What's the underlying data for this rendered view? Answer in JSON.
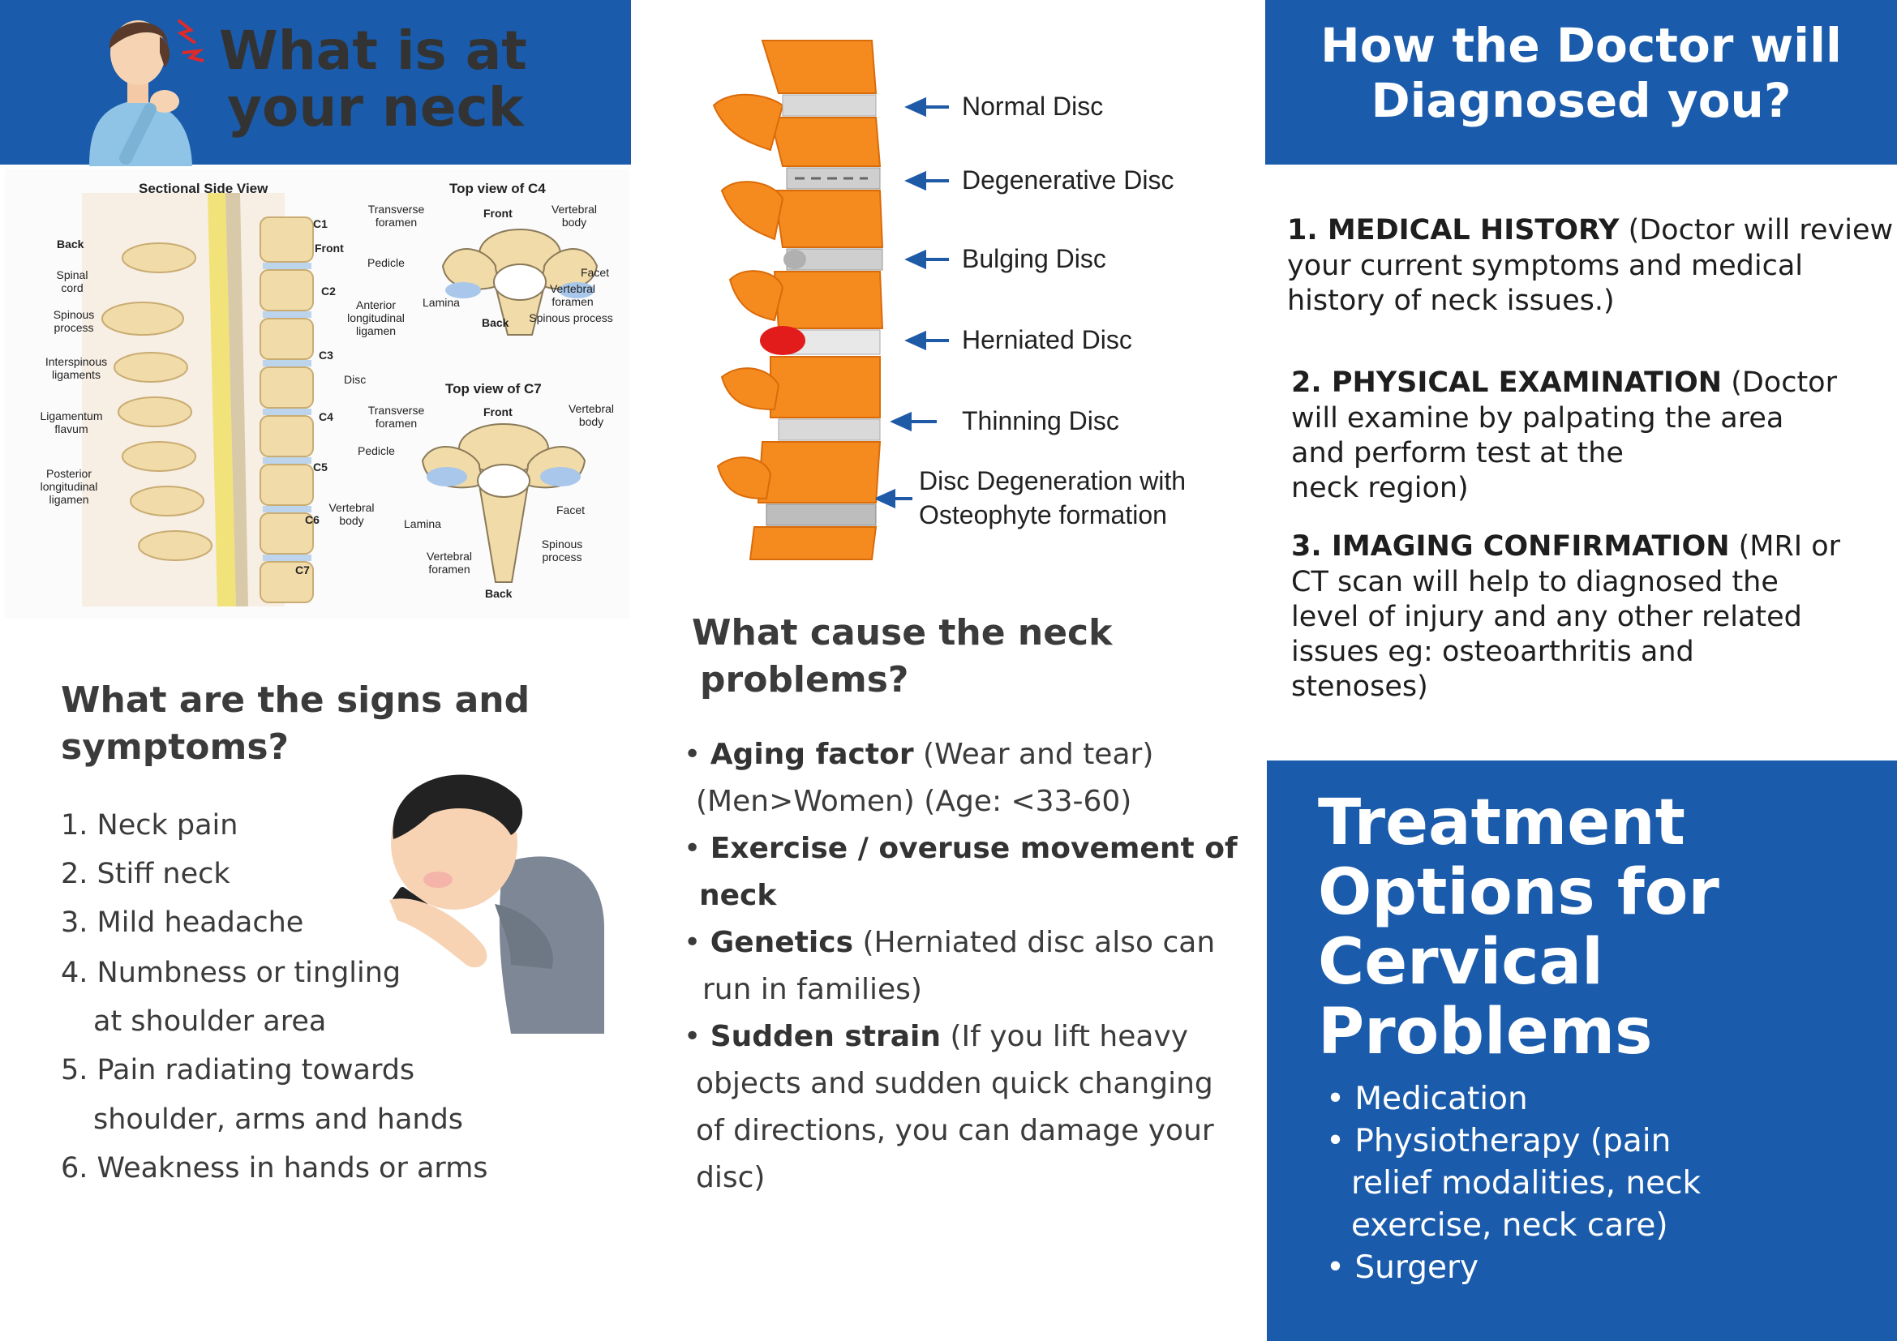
{
  "panel_neck": {
    "title_line1": "What is at",
    "title_line2": "your neck",
    "anatomy": {
      "side_view_title": "Sectional Side View",
      "c4_title": "Top view of C4",
      "c7_title": "Top view of C7",
      "labels": {
        "back": "Back",
        "spinal_cord": "Spinal cord",
        "spinous": "Spinous process",
        "interspinous": "Interspinous ligaments",
        "lig_flavum": "Ligamentum flavum",
        "post_long": "Posterior longitudinal ligamen",
        "front": "Front",
        "c1": "C1",
        "c2": "C2",
        "c3": "C3",
        "c4": "C4",
        "c5": "C5",
        "c6": "C6",
        "c7": "C7",
        "ant_long": "Anterior longitudinal ligamen",
        "disc": "Disc",
        "vert_body": "Vertebral body",
        "transverse": "Transverse foramen",
        "front_c4": "Front",
        "vert_body_c4": "Vertebral body",
        "pedicle": "Pedicle",
        "facet": "Facet",
        "lamina": "Lamina",
        "vert_foramen": "Vertebral foramen",
        "back_c4": "Back",
        "spinous_c4": "Spinous process",
        "transverse_c7": "Transverse foramen",
        "front_c7": "Front",
        "vert_body_c7": "Vertebral body",
        "pedicle_c7": "Pedicle",
        "facet_c7": "Facet",
        "lamina_c7": "Lamina",
        "vert_foramen_c7": "Vertebral foramen",
        "spinous_c7": "Spinous process",
        "back_c7": "Back"
      }
    },
    "symptoms_heading_1": "What are the signs and",
    "symptoms_heading_2": "symptoms?",
    "symptoms": [
      "1. Neck pain",
      "2. Stiff neck",
      "3. Mild headache",
      "4. Numbness or tingling",
      "at shoulder area",
      "5. Pain radiating towards",
      "shoulder, arms and hands",
      "6. Weakness in hands or arms"
    ]
  },
  "panel_disc": {
    "labels": [
      "Normal Disc",
      "Degenerative Disc",
      "Bulging Disc",
      "Herniated Disc",
      "Thinning Disc"
    ],
    "osteophyte_1": "Disc Degeneration with",
    "osteophyte_2": "Osteophyte formation",
    "cause_heading_1": "What cause the neck",
    "cause_heading_2": "problems?",
    "causes": {
      "aging_b": "Aging factor",
      "aging_t": " (Wear and tear)",
      "aging_2": "(Men>Women) (Age: <33-60)",
      "exercise_b1": "Exercise / overuse movement of",
      "exercise_b2": "neck",
      "genetics_b": "Genetics",
      "genetics_t": " (Herniated disc also can",
      "genetics_2": "run in families)",
      "strain_b": "Sudden strain",
      "strain_t": " (If you lift heavy",
      "strain_2": "objects and sudden quick changing",
      "strain_3": "of directions, you can damage your",
      "strain_4": "disc)"
    }
  },
  "panel_diagnosis": {
    "title_line1": "How the Doctor will",
    "title_line2": "Diagnosed you?",
    "item1_b": "1. MEDICAL HISTORY",
    "item1_t": " (Doctor will review",
    "item1_2": "your current symptoms and medical",
    "item1_3": "history of neck issues.)",
    "item2_b": "2. PHYSICAL EXAMINATION",
    "item2_t": " (Doctor",
    "item2_2": "will examine by palpating the area",
    "item2_3": "and perform test at the",
    "item2_4": "neck region)",
    "item3_b": "3. IMAGING CONFIRMATION",
    "item3_t": " (MRI or",
    "item3_2": "CT scan will help to diagnosed the",
    "item3_3": "level of injury and any other related",
    "item3_4": "issues eg: osteoarthritis and",
    "item3_5": "stenoses)"
  },
  "panel_treatment": {
    "title": [
      "Treatment",
      "Options for",
      "Cervical",
      "Problems"
    ],
    "items": [
      "Medication",
      "Physiotherapy (pain",
      "relief modalities, neck",
      "exercise, neck care)",
      "Surgery"
    ]
  }
}
